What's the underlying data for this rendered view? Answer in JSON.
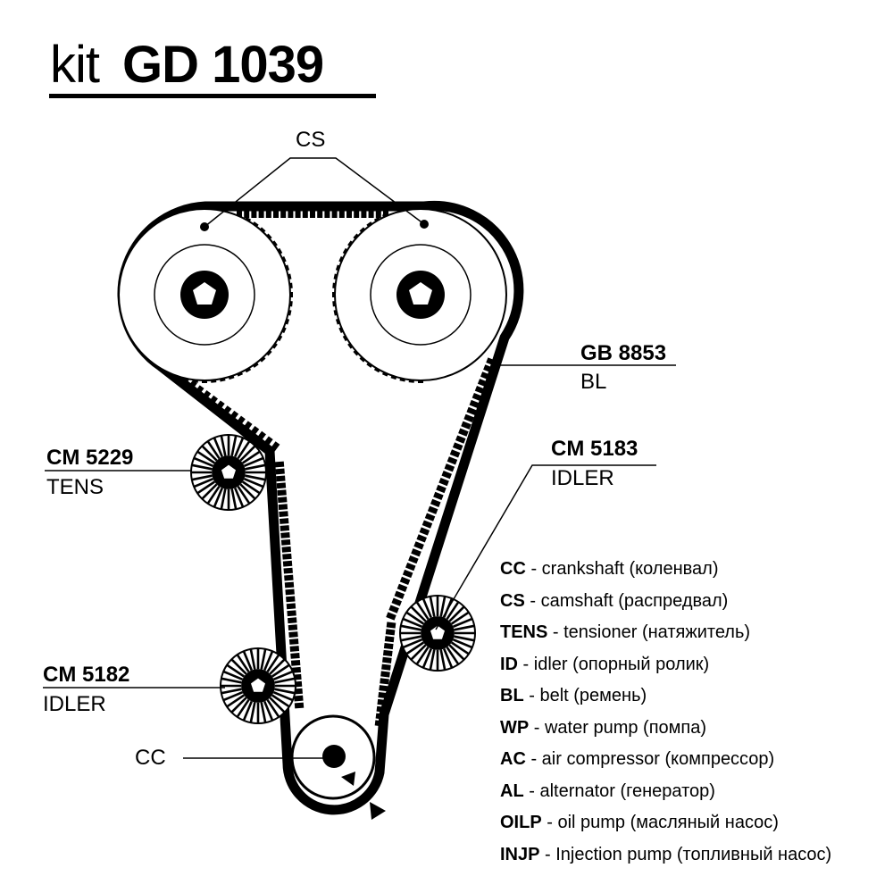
{
  "title": {
    "prefix": "kit",
    "code": "GD 1039"
  },
  "colors": {
    "ink": "#000000",
    "background": "#ffffff"
  },
  "callouts": {
    "camshaft": {
      "label": "CS"
    },
    "belt": {
      "part": "GB 8853",
      "role": "BL"
    },
    "tensioner": {
      "part": "CM  5229",
      "role": "TENS"
    },
    "idler_right": {
      "part": "CM  5183",
      "role": "IDLER"
    },
    "idler_left": {
      "part": "CM  5182",
      "role": "IDLER"
    },
    "crankshaft": {
      "label": "CC"
    }
  },
  "legend": [
    {
      "abbr": "CC",
      "text": " - crankshaft (коленвал)"
    },
    {
      "abbr": "CS",
      "text": " - camshaft (распредвал)"
    },
    {
      "abbr": "TENS",
      "text": " - tensioner (натяжитель)"
    },
    {
      "abbr": "ID",
      "text": " - idler (опорный ролик)"
    },
    {
      "abbr": "BL",
      "text": " - belt (ремень)"
    },
    {
      "abbr": "WP",
      "text": " - water pump (помпа)"
    },
    {
      "abbr": "AC",
      "text": " - air compressor (компрессор)"
    },
    {
      "abbr": "AL",
      "text": " - alternator (генератор)"
    },
    {
      "abbr": "OILP",
      "text": " - oil pump (масляный насос)"
    },
    {
      "abbr": "INJP",
      "text": " - Injection pump (топливный насос)"
    }
  ]
}
